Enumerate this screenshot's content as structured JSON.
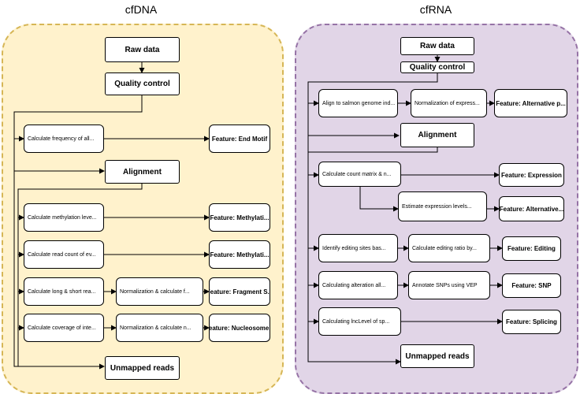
{
  "cfdna": {
    "title": "cfDNA",
    "nodes": {
      "raw": "Raw data",
      "qc": "Quality control",
      "end_motif_step": "Calculate frequency of all...",
      "end_motif_feat": "Feature: End Motif",
      "align": "Alignment",
      "meth1_step": "Calculate methylation leve...",
      "meth1_feat": "Feature: Methylati...",
      "meth2_step": "Calculate read count of ev...",
      "meth2_feat": "Feature: Methylati...",
      "frag_step1": "Calculate long & short rea...",
      "frag_step2": "Normalization & calculate f...",
      "frag_feat": "Feature: Fragment S...",
      "nuc_step1": "Calculate coverage of inte...",
      "nuc_step2": "Normalization & calculate n...",
      "nuc_feat": "Feature: Nucleosome...",
      "unmapped": "Unmapped reads"
    }
  },
  "cfrna": {
    "title": "cfRNA",
    "nodes": {
      "raw": "Raw data",
      "qc": "Quality control",
      "salmon_step": "Align to salmon genome ind...",
      "norm_expr": "Normalization of express...",
      "altp_feat": "Feature: Alternative p...",
      "align": "Alignment",
      "count_step": "Calculate count matrix & n...",
      "expr_feat": "Feature: Expression",
      "estimate_step": "Estimate expression levels...",
      "alt_feat": "Feature: Alternative...",
      "edit_step1": "Identify editing sites bas...",
      "edit_step2": "Calculate editing ratio by...",
      "edit_feat": "Feature: Editing",
      "snp_step1": "Calculating alteration all...",
      "snp_step2": "Annotate SNPs using VEP",
      "snp_feat": "Feature: SNP",
      "splice_step": "Calculating lncLevel of sp...",
      "splice_feat": "Feature: Splicing",
      "unmapped": "Unmapped reads"
    }
  },
  "colors": {
    "cfdna_fill": "#fff2cc",
    "cfdna_border": "#d6b656",
    "cfrna_fill": "#e1d5e7",
    "cfrna_border": "#9673a6"
  }
}
